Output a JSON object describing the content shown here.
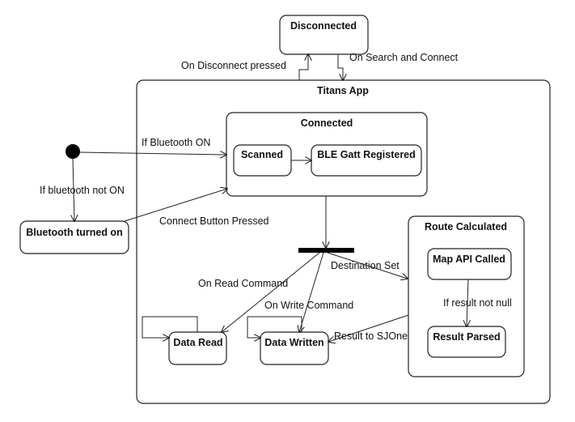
{
  "states": {
    "disconnected": "Disconnected",
    "titans_app": "Titans App",
    "connected": "Connected",
    "scanned": "Scanned",
    "ble_gatt_registered": "BLE Gatt Registered",
    "bluetooth_turned_on": "Bluetooth turned on",
    "route_calculated": "Route Calculated",
    "map_api_called": "Map API Called",
    "result_parsed": "Result Parsed",
    "data_read": "Data Read",
    "data_written": "Data Written"
  },
  "transitions": {
    "on_disconnect_pressed": "On Disconnect pressed",
    "on_search_and_connect": "On Search and Connect",
    "if_bluetooth_on": "If Bluetooth ON",
    "if_bluetooth_not_on": "If bluetooth not ON",
    "connect_button_pressed": "Connect Button Pressed",
    "destination_set": "Destination Set",
    "on_read_command": "On Read Command",
    "on_write_command": "On Write Command",
    "if_result_not_null": "If result not null",
    "result_to_sjone": "Result to SJOne"
  }
}
